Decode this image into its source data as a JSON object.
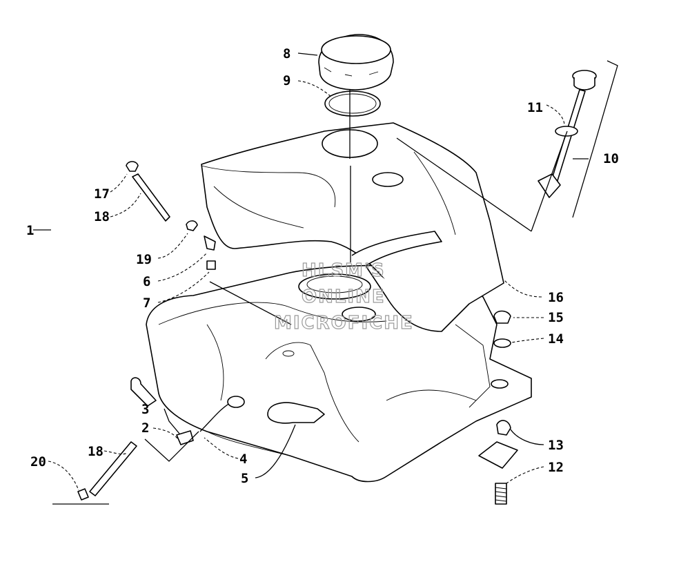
{
  "callouts": [
    {
      "id": "1",
      "text": "1"
    },
    {
      "id": "2",
      "text": "2"
    },
    {
      "id": "3",
      "text": "3"
    },
    {
      "id": "4",
      "text": "4"
    },
    {
      "id": "5",
      "text": "5"
    },
    {
      "id": "6",
      "text": "6"
    },
    {
      "id": "7",
      "text": "7"
    },
    {
      "id": "8",
      "text": "8"
    },
    {
      "id": "9",
      "text": "9"
    },
    {
      "id": "10",
      "text": "10"
    },
    {
      "id": "11",
      "text": "11"
    },
    {
      "id": "12",
      "text": "12"
    },
    {
      "id": "13",
      "text": "13"
    },
    {
      "id": "14",
      "text": "14"
    },
    {
      "id": "15",
      "text": "15"
    },
    {
      "id": "16",
      "text": "16"
    },
    {
      "id": "17",
      "text": "17"
    },
    {
      "id": "18a",
      "text": "18"
    },
    {
      "id": "18b",
      "text": "18"
    },
    {
      "id": "19",
      "text": "19"
    },
    {
      "id": "20",
      "text": "20"
    }
  ],
  "watermark": [
    "HLSM'S",
    "ONLINE",
    "MICROFICHE"
  ]
}
